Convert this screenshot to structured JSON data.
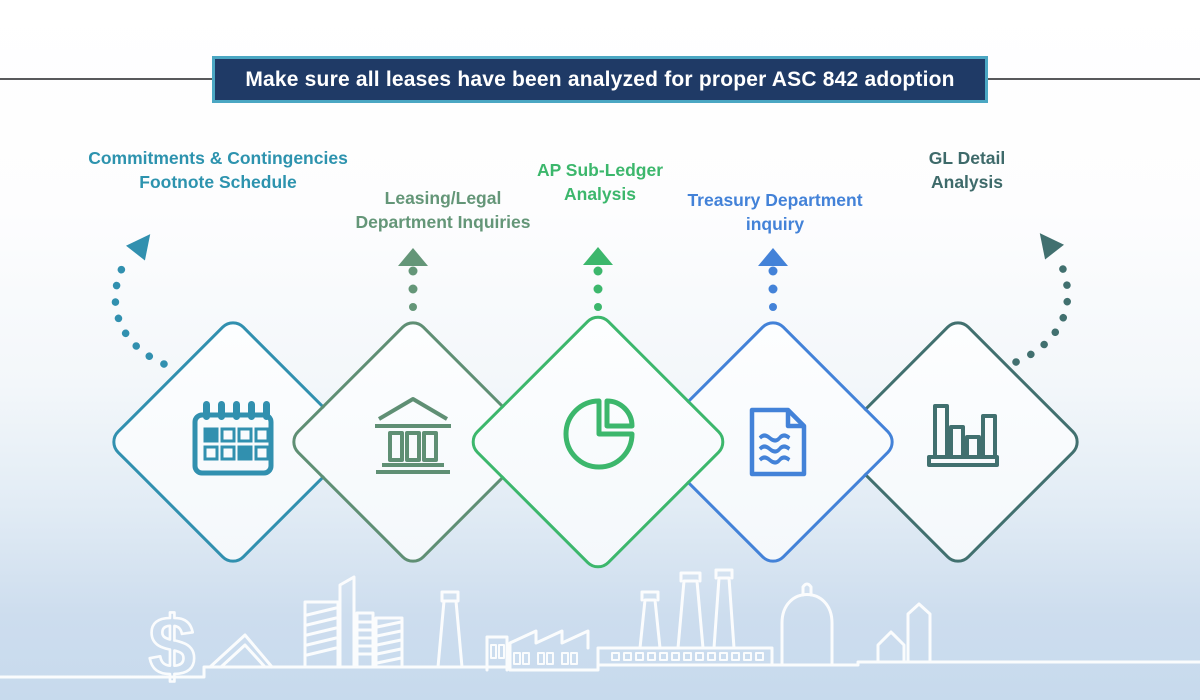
{
  "banner": {
    "text": "Make sure all leases have been analyzed for proper ASC 842 adoption",
    "bg_color": "#1f3a66",
    "border_color": "#4ba7c3",
    "text_color": "#ffffff"
  },
  "divider_line_color": "#58595b",
  "stages": [
    {
      "id": "commitments-contingencies",
      "label_line1": "Commitments & Contingencies",
      "label_line2": "Footnote Schedule",
      "color": "#2d93ae",
      "icon": "calendar-icon",
      "connector": "dotted-arc-left-up-arrow"
    },
    {
      "id": "leasing-legal",
      "label_line1": "Leasing/Legal",
      "label_line2": "Department Inquiries",
      "color": "#649678",
      "icon": "bank-building-icon",
      "connector": "dotted-vertical-up-arrow"
    },
    {
      "id": "ap-sub-ledger",
      "label_line1": "AP Sub-Ledger",
      "label_line2": "Analysis",
      "color": "#3cb76c",
      "icon": "pie-chart-icon",
      "connector": "dotted-vertical-up-arrow"
    },
    {
      "id": "treasury-department",
      "label_line1": "Treasury Department",
      "label_line2": "inquiry",
      "color": "#4382d8",
      "icon": "document-icon",
      "connector": "dotted-vertical-up-arrow"
    },
    {
      "id": "gl-detail",
      "label_line1": "GL Detail",
      "label_line2": "Analysis",
      "color": "#3e6a6a",
      "icon": "bar-chart-icon",
      "connector": "dotted-arc-right-up-arrow"
    }
  ],
  "decorations": {
    "dollar_sign": "$",
    "skyline": "city-skyline-outline",
    "skyline_color": "#ffffff",
    "background_bottom_color": "#c7daed"
  }
}
